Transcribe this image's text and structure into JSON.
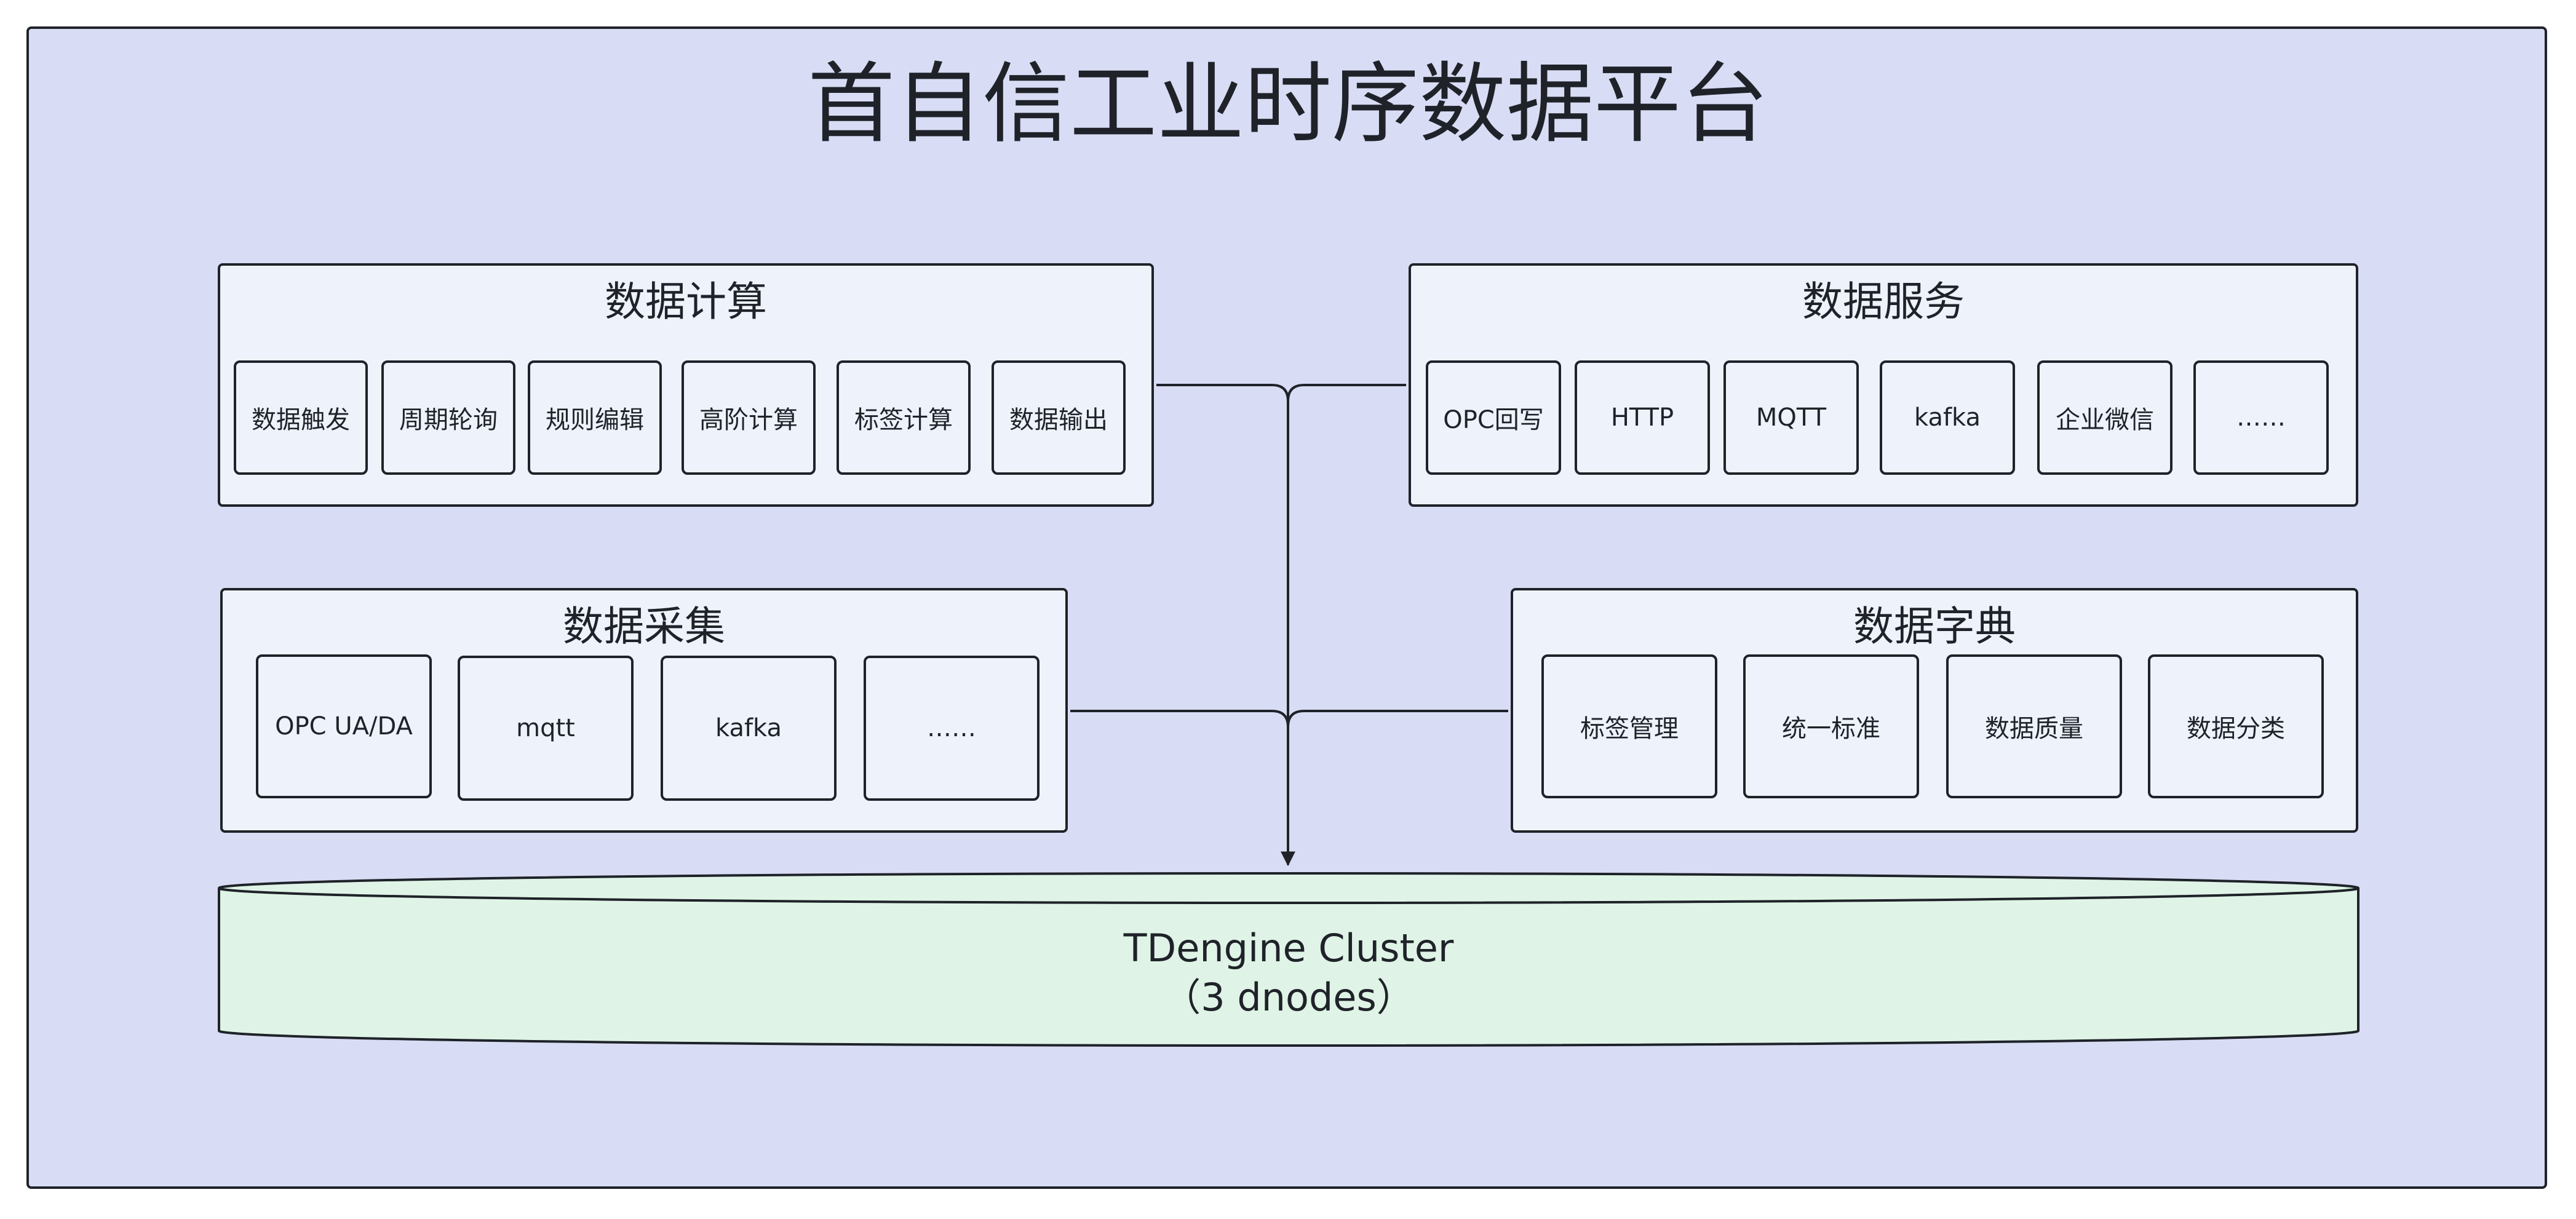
{
  "title": "首自信工业时序数据平台",
  "compute": {
    "title": "数据计算",
    "items": [
      "数据触发",
      "周期轮询",
      "规则编辑",
      "高阶计算",
      "标签计算",
      "数据输出"
    ]
  },
  "service": {
    "title": "数据服务",
    "items": [
      "OPC回写",
      "HTTP",
      "MQTT",
      "kafka",
      "企业微信",
      "……"
    ]
  },
  "collect": {
    "title": "数据采集",
    "items": [
      "OPC UA/DA",
      "mqtt",
      "kafka",
      "……"
    ]
  },
  "dictionary": {
    "title": "数据字典",
    "items": [
      "标签管理",
      "统一标准",
      "数据质量",
      "数据分类"
    ]
  },
  "database": {
    "name": "TDengine Cluster",
    "nodes": "（3 dnodes）"
  },
  "colors": {
    "background": "#d8dcf4",
    "module_fill": "#eef2fb",
    "database_fill": "#dff4e6",
    "stroke": "#1f2329"
  }
}
